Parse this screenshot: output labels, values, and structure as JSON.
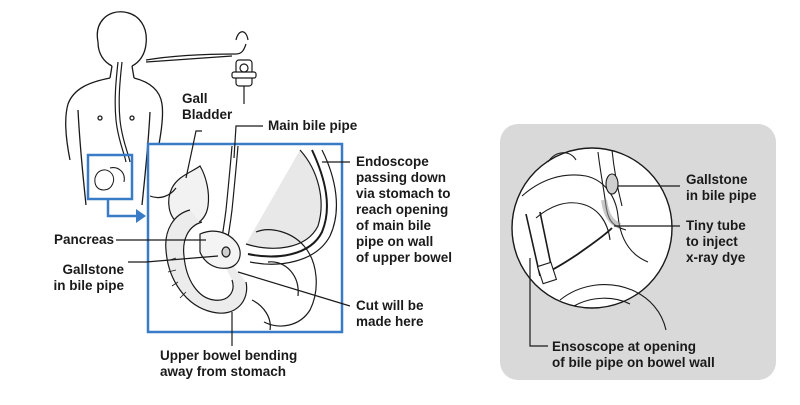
{
  "colors": {
    "frame_blue": "#3a7bc8",
    "line": "#1a1a1a",
    "panel_gray": "#d9d9d9",
    "tissue_shade": "#e6e6e6"
  },
  "left_panel": {
    "labels": {
      "gall_bladder": "Gall\nBladder",
      "main_bile_pipe": "Main bile pipe",
      "endoscope": "Endoscope\npassing down\nvia stomach to\nreach opening\nof main bile\npipe on wall\nof upper bowel",
      "pancreas": "Pancreas",
      "gallstone": "Gallstone\nin bile pipe",
      "cut": "Cut will be\nmade here",
      "upper_bowel": "Upper bowel bending\naway from stomach"
    }
  },
  "right_panel": {
    "labels": {
      "gallstone": "Gallstone\nin bile pipe",
      "tiny_tube": "Tiny tube\nto inject\nx-ray dye",
      "endoscope": "Ensoscope at opening\nof bile pipe on bowel wall"
    }
  }
}
